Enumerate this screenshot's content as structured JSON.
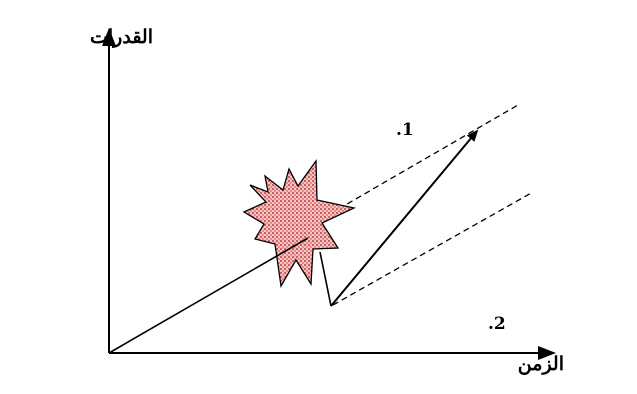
{
  "diagram": {
    "y_axis_label": "القدرات",
    "x_axis_label": "الزمن",
    "path_1_label": ".1",
    "path_2_label": ".2",
    "colors": {
      "ink": "#000000",
      "burst_fill": "#f2b8b8",
      "burst_dots": "#b01818"
    }
  }
}
